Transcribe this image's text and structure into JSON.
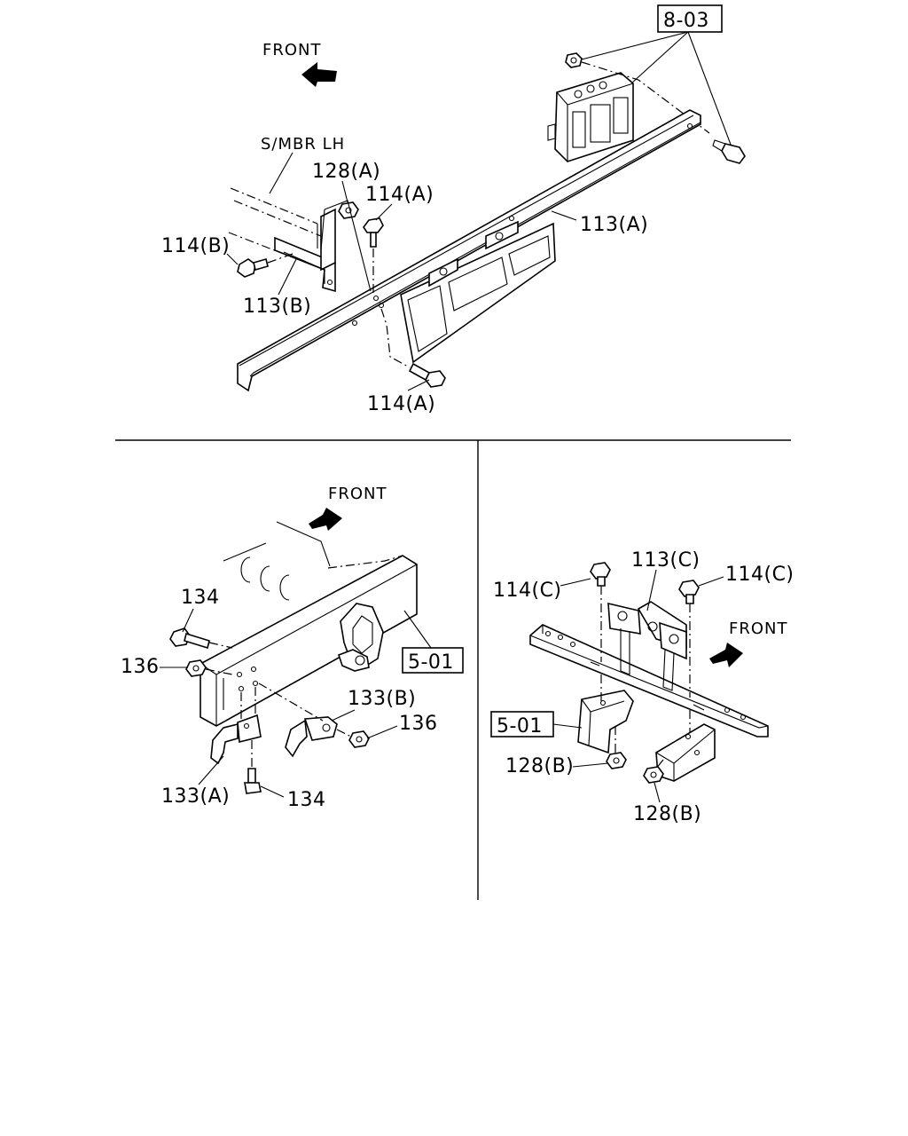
{
  "top": {
    "front_label": "FRONT",
    "smbr_label": "S/MBR LH",
    "ref_box": "8-03",
    "callouts": {
      "c128a": "128(A)",
      "c114a_top": "114(A)",
      "c114b": "114(B)",
      "c113b": "113(B)",
      "c113a": "113(A)",
      "c114a_bottom": "114(A)"
    }
  },
  "left": {
    "front_label": "FRONT",
    "ref_box": "5-01",
    "callouts": {
      "c134_top": "134",
      "c136_left": "136",
      "c133b": "133(B)",
      "c136_right": "136",
      "c133a": "133(A)",
      "c134_bottom": "134"
    }
  },
  "right": {
    "front_label": "FRONT",
    "ref_box": "5-01",
    "callouts": {
      "c113c": "113(C)",
      "c114c_left": "114(C)",
      "c114c_right": "114(C)",
      "c128b_left": "128(B)",
      "c128b_right": "128(B)"
    }
  }
}
